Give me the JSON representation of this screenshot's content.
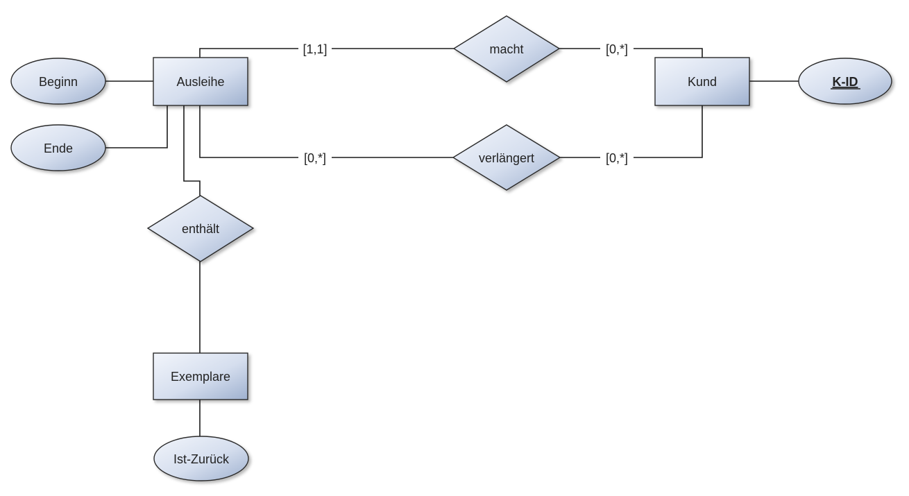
{
  "entities": {
    "ausleihe": "Ausleihe",
    "kund": "Kund",
    "exemplare": "Exemplare"
  },
  "attributes": {
    "beginn": "Beginn",
    "ende": "Ende",
    "k_id": "K-ID",
    "ist_zurueck": "Ist-Zurück"
  },
  "relationships": {
    "macht": "macht",
    "verlaengert": "verlängert",
    "enthaelt": "enthält"
  },
  "cardinalities": {
    "macht_ausleihe": "[1,1]",
    "macht_kund": "[0,*]",
    "verlaengert_ausleihe": "[0,*]",
    "verlaengert_kund": "[0,*]"
  },
  "primary_key": "K-ID",
  "colors": {
    "fill_light": "#eef2f9",
    "fill_dark": "#a7b7d3",
    "stroke": "#2b2b2b"
  }
}
